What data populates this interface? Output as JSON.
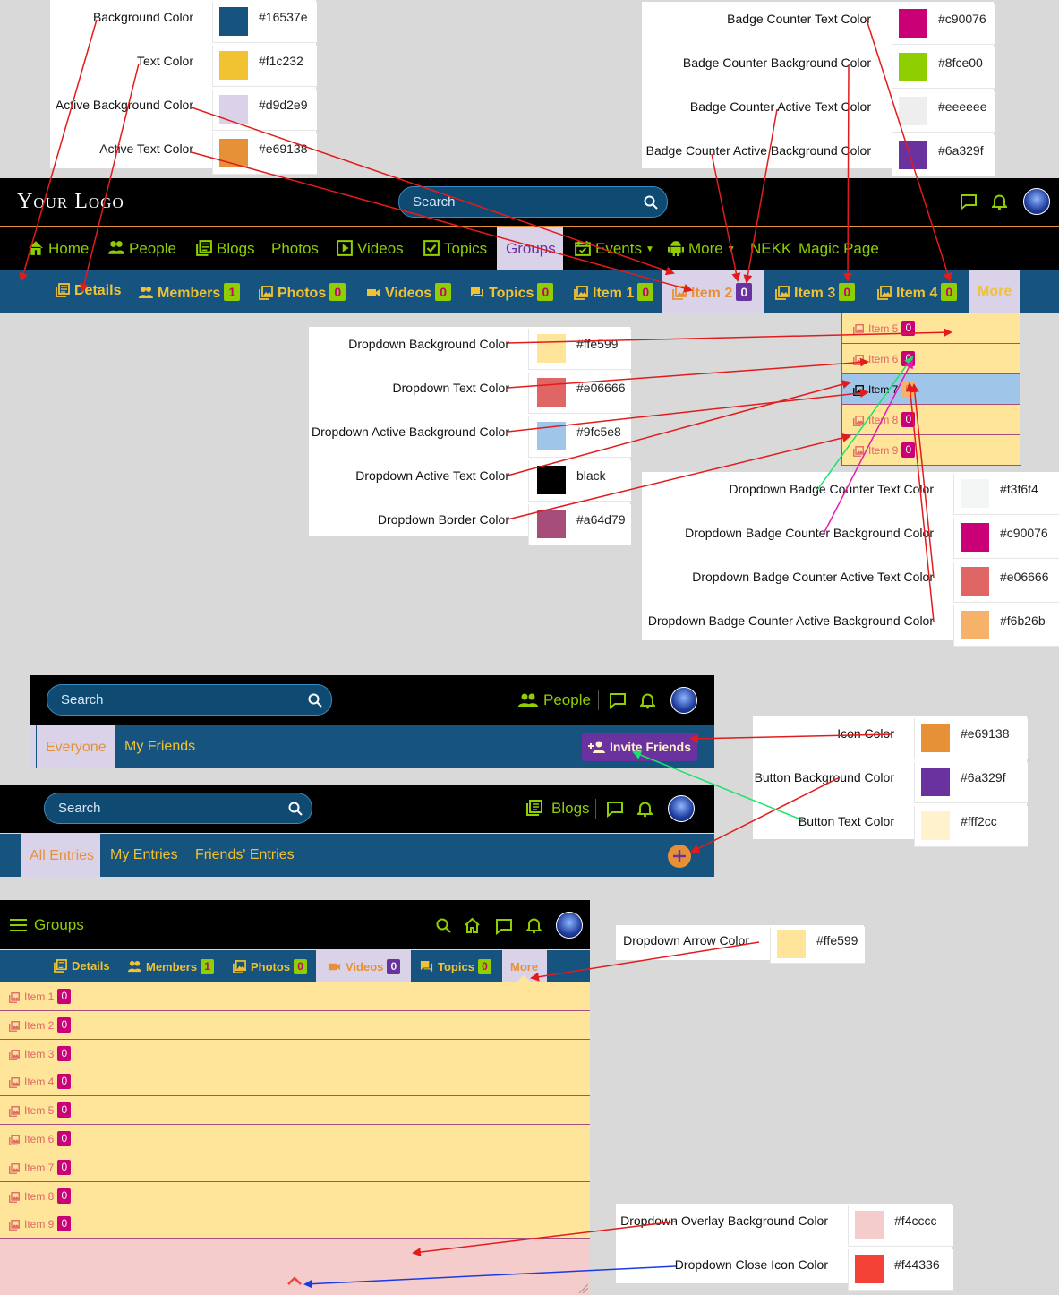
{
  "legend_top_left": [
    {
      "label": "Background Color",
      "hex": "#16537e",
      "color": "#16537e"
    },
    {
      "label": "Text Color",
      "hex": "#f1c232",
      "color": "#f1c232"
    },
    {
      "label": "Active Background Color",
      "hex": "#d9d2e9",
      "color": "#d9d2e9"
    },
    {
      "label": "Active Text Color",
      "hex": "#e69138",
      "color": "#e69138"
    }
  ],
  "legend_top_right": [
    {
      "label": "Badge Counter Text Color",
      "hex": "#c90076",
      "color": "#c90076"
    },
    {
      "label": "Badge Counter Background Color",
      "hex": "#8fce00",
      "color": "#8fce00"
    },
    {
      "label": "Badge Counter Active Text Color",
      "hex": "#eeeeee",
      "color": "#eeeeee"
    },
    {
      "label": "Badge Counter Active Background Color",
      "hex": "#6a329f",
      "color": "#6a329f"
    }
  ],
  "legend_dropdown": [
    {
      "label": "Dropdown Background Color",
      "hex": "#ffe599",
      "color": "#ffe599"
    },
    {
      "label": "Dropdown Text Color",
      "hex": "#e06666",
      "color": "#e06666"
    },
    {
      "label": "Dropdown Active Background Color",
      "hex": "#9fc5e8",
      "color": "#9fc5e8"
    },
    {
      "label": "Dropdown Active Text Color",
      "hex": "black",
      "color": "#000000"
    },
    {
      "label": "Dropdown Border Color",
      "hex": "#a64d79",
      "color": "#a64d79"
    }
  ],
  "legend_dropdown_badge": [
    {
      "label": "Dropdown Badge Counter Text Color",
      "hex": "#f3f6f4",
      "color": "#f3f6f4"
    },
    {
      "label": "Dropdown Badge Counter Background Color",
      "hex": "#c90076",
      "color": "#c90076"
    },
    {
      "label": "Dropdown Badge Counter Active Text Color",
      "hex": "#e06666",
      "color": "#e06666"
    },
    {
      "label": "Dropdown Badge Counter Active Background Color",
      "hex": "#f6b26b",
      "color": "#f6b26b"
    }
  ],
  "legend_button": [
    {
      "label": "Icon Color",
      "hex": "#e69138",
      "color": "#e69138"
    },
    {
      "label": "Button Background Color",
      "hex": "#6a329f",
      "color": "#6a329f"
    },
    {
      "label": "Button Text Color",
      "hex": "#fff2cc",
      "color": "#fff2cc"
    }
  ],
  "legend_arrow": [
    {
      "label": "Dropdown Arrow Color",
      "hex": "#ffe599",
      "color": "#ffe599"
    }
  ],
  "legend_overlay": [
    {
      "label": "Dropdown Overlay Background Color",
      "hex": "#f4cccc",
      "color": "#f4cccc"
    },
    {
      "label": "Dropdown Close Icon Color",
      "hex": "#f44336",
      "color": "#f44336"
    }
  ],
  "header": {
    "logo": "Your Logo",
    "search_placeholder": "Search"
  },
  "main_nav": [
    "Home",
    "People",
    "Blogs",
    "Photos",
    "Videos",
    "Topics",
    "Groups",
    "Events",
    "More",
    "NEKK",
    "Magic Page"
  ],
  "sub_nav": {
    "tabs": [
      {
        "label": "Details",
        "count": null
      },
      {
        "label": "Members",
        "count": "1"
      },
      {
        "label": "Photos",
        "count": "0"
      },
      {
        "label": "Videos",
        "count": "0"
      },
      {
        "label": "Topics",
        "count": "0"
      },
      {
        "label": "Item 1",
        "count": "0"
      },
      {
        "label": "Item 2",
        "count": "0"
      },
      {
        "label": "Item 3",
        "count": "0"
      },
      {
        "label": "Item 4",
        "count": "0"
      }
    ],
    "more": "More"
  },
  "dropdown_items": [
    {
      "label": "Item 5",
      "count": "0"
    },
    {
      "label": "Item 6",
      "count": "0"
    },
    {
      "label": "Item 7",
      "count": "0"
    },
    {
      "label": "Item 8",
      "count": "0"
    },
    {
      "label": "Item 9",
      "count": "0"
    }
  ],
  "people_screen": {
    "search_placeholder": "Search",
    "section": "People",
    "tabs": [
      "Everyone",
      "My Friends"
    ],
    "button": "Invite Friends"
  },
  "blogs_screen": {
    "search_placeholder": "Search",
    "section": "Blogs",
    "tabs": [
      "All Entries",
      "My Entries",
      "Friends' Entries"
    ]
  },
  "groups_screen": {
    "title": "Groups",
    "tabs": [
      {
        "label": "Details",
        "count": null
      },
      {
        "label": "Members",
        "count": "1"
      },
      {
        "label": "Photos",
        "count": "0"
      },
      {
        "label": "Videos",
        "count": "0"
      },
      {
        "label": "Topics",
        "count": "0"
      }
    ],
    "more": "More",
    "items": [
      {
        "label": "Item 1",
        "count": "0"
      },
      {
        "label": "Item 2",
        "count": "0"
      },
      {
        "label": "Item 3",
        "count": "0"
      },
      {
        "label": "Item 4",
        "count": "0"
      },
      {
        "label": "Item 5",
        "count": "0"
      },
      {
        "label": "Item 6",
        "count": "0"
      },
      {
        "label": "Item 7",
        "count": "0"
      },
      {
        "label": "Item 8",
        "count": "0"
      },
      {
        "label": "Item 9",
        "count": "0"
      }
    ]
  }
}
